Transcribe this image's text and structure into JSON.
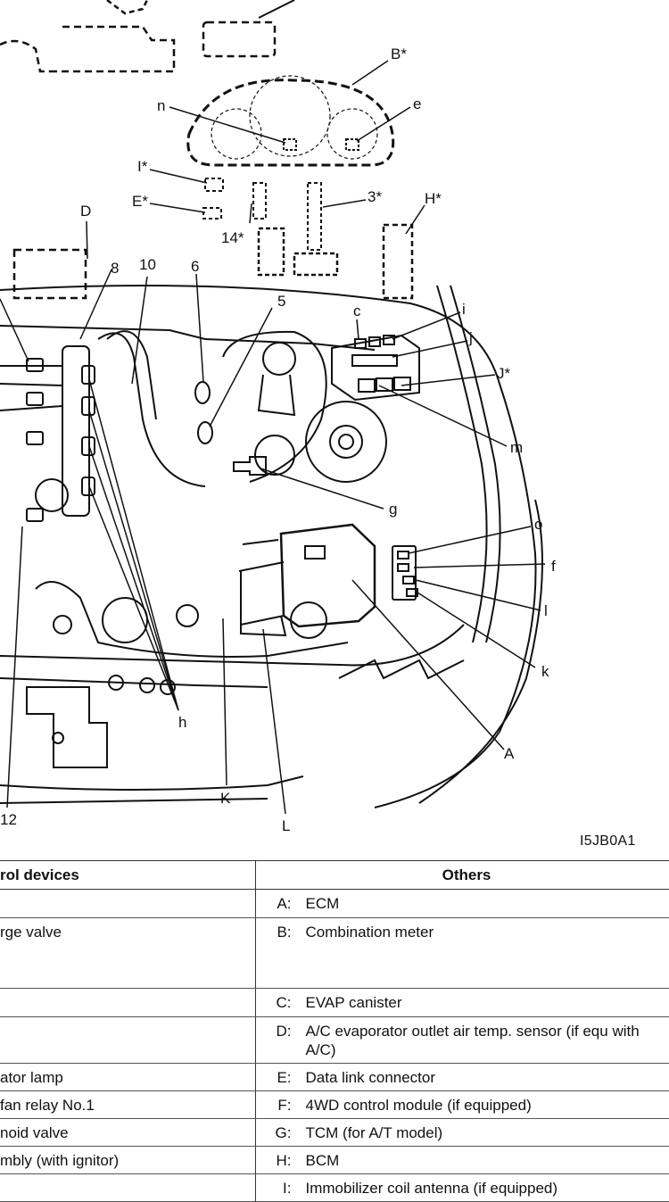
{
  "diagram": {
    "callouts": [
      "B*",
      "n",
      "e",
      "I*",
      "E*",
      "3*",
      "H*",
      "14*",
      "D",
      "8",
      "10",
      "6",
      "5",
      "c",
      "i",
      "j",
      "J*",
      "m",
      "g",
      "o",
      "f",
      "l",
      "k",
      "A",
      "h",
      "K",
      "L",
      "12"
    ],
    "reference_code": "I5JB0A1"
  },
  "table": {
    "headers": {
      "left": "rol devices",
      "right": "Others"
    },
    "rows": [
      {
        "left": "",
        "code": "A:",
        "text": "ECM"
      },
      {
        "left": "rge valve",
        "code": "B:",
        "text": "Combination meter"
      },
      {
        "left": "",
        "code": "C:",
        "text": "EVAP canister"
      },
      {
        "left": "",
        "code": "D:",
        "text": "A/C evaporator outlet air temp. sensor (if equ with A/C)"
      },
      {
        "left": "ator lamp",
        "code": "E:",
        "text": "Data link connector"
      },
      {
        "left": "fan relay No.1",
        "code": "F:",
        "text": "4WD control module (if equipped)"
      },
      {
        "left": "noid valve",
        "code": "G:",
        "text": "TCM (for A/T model)"
      },
      {
        "left": "mbly (with ignitor)",
        "code": "H:",
        "text": "BCM"
      },
      {
        "left": "",
        "code": "I:",
        "text": "Immobilizer coil antenna (if equipped)"
      }
    ]
  }
}
